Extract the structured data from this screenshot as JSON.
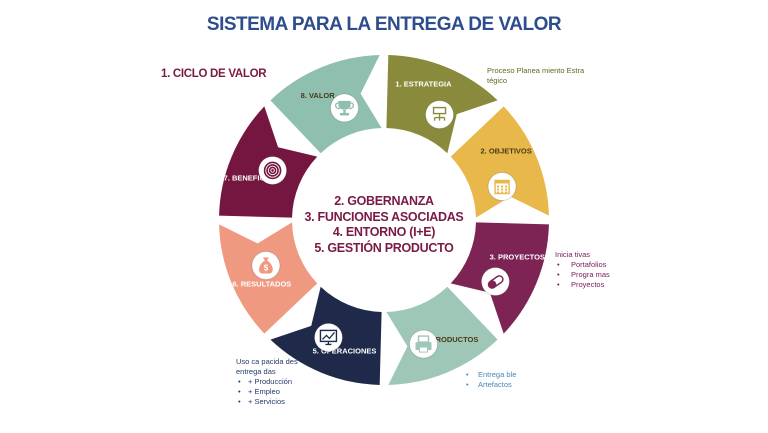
{
  "title": "SISTEMA PARA LA ENTREGA DE VALOR",
  "cycle_label": "1. CICLO DE VALOR",
  "center_lines": [
    "2. GOBERNANZA",
    "3. FUNCIONES  ASOCIADAS",
    "4. ENTORNO (I+E)",
    "5. GESTIÓN PRODUCTO"
  ],
  "segments": [
    {
      "label": "1. ESTRATEGIA",
      "color": "#8a8a3c",
      "icon": "org-chart-icon"
    },
    {
      "label": "2. OBJETIVOS",
      "color": "#e8b84a",
      "icon": "calendar-icon"
    },
    {
      "label": "3. PROYECTOS",
      "color": "#7d2454",
      "icon": "pills-icon"
    },
    {
      "label": "4. PRODUCTOS",
      "color": "#9fc7b8",
      "icon": "printer-icon"
    },
    {
      "label": "5. OPERACIONES",
      "color": "#1f2a4a",
      "icon": "chart-monitor-icon"
    },
    {
      "label": "6. RESULTADOS",
      "color": "#ef9a80",
      "icon": "money-bag-icon"
    },
    {
      "label": "7. BENEFICIOS",
      "color": "#74163f",
      "icon": "target-icon"
    },
    {
      "label": "8. VALOR",
      "color": "#8fbfae",
      "icon": "trophy-icon"
    }
  ],
  "notes": {
    "estrategia": "Proceso Planea miento Estra tégico",
    "proyectos": {
      "heading": "Inicia tivas",
      "items": [
        "Portafolios",
        "Progra mas",
        "Proyectos"
      ]
    },
    "productos": {
      "items": [
        "Entrega ble",
        "Artefactos"
      ]
    },
    "operaciones": {
      "heading": "Uso ca pacida des entrega das",
      "items": [
        "+ Producción",
        "+ Empleo",
        "+ Servicios"
      ]
    }
  },
  "colors": {
    "title": "#2e4d8c",
    "center_text": "#7a1a44"
  }
}
